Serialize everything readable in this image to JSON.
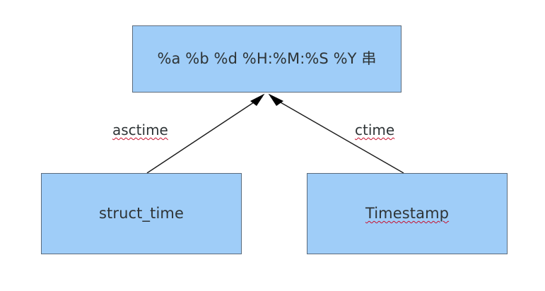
{
  "diagram": {
    "type": "relationship-diagram",
    "background_color": "#ffffff",
    "node_fill_color": "#9FCDF8",
    "node_border_color": "#5B6B7C",
    "text_color": "#2E3436",
    "edge_color": "#1A1A1A",
    "spellcheck_underline_color": "#C8102E",
    "nodes": [
      {
        "id": "format-string",
        "label": "%a %b %d %H:%M:%S %Y 串",
        "spellchecked": false
      },
      {
        "id": "struct-time",
        "label": "struct_time",
        "spellchecked": false
      },
      {
        "id": "timestamp",
        "label": "Timestamp",
        "spellchecked": true
      }
    ],
    "edges": [
      {
        "id": "asctime",
        "from": "struct-time",
        "to": "format-string",
        "label": "asctime",
        "spellchecked": true,
        "arrowhead": "filled-triangle"
      },
      {
        "id": "ctime",
        "from": "timestamp",
        "to": "format-string",
        "label": "ctime",
        "spellchecked": true,
        "arrowhead": "filled-triangle"
      }
    ]
  }
}
